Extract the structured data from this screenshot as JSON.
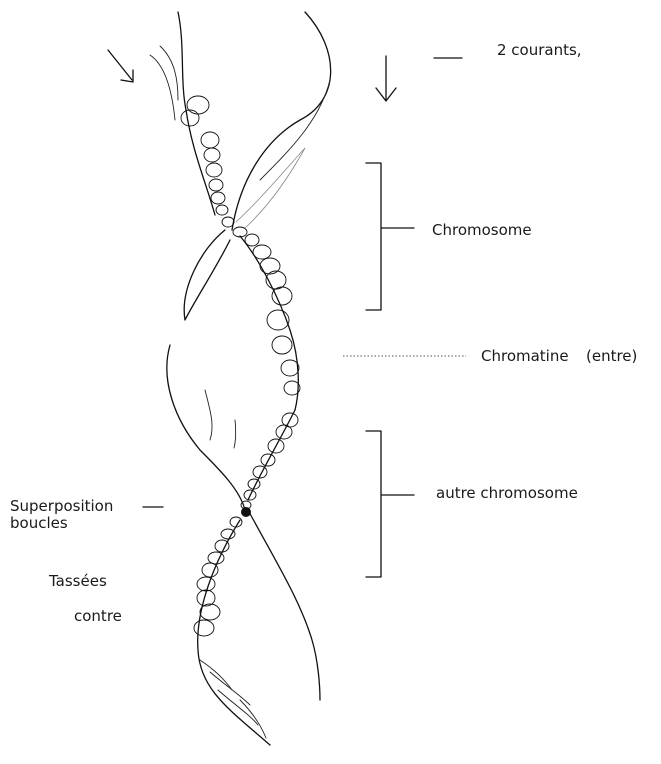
{
  "labels": {
    "currents": "2 courants,",
    "chromosome": "Chromosome",
    "chromatin": "Chromatine",
    "chromatin_note": "(entre)",
    "other_chromosome": "autre chromosome",
    "overlap_line1": "Superposition",
    "overlap_line2": "boucles",
    "packed_line1": "Tassées",
    "packed_line2": "contre"
  },
  "colors": {
    "ink": "#111111",
    "paper": "#ffffff"
  }
}
